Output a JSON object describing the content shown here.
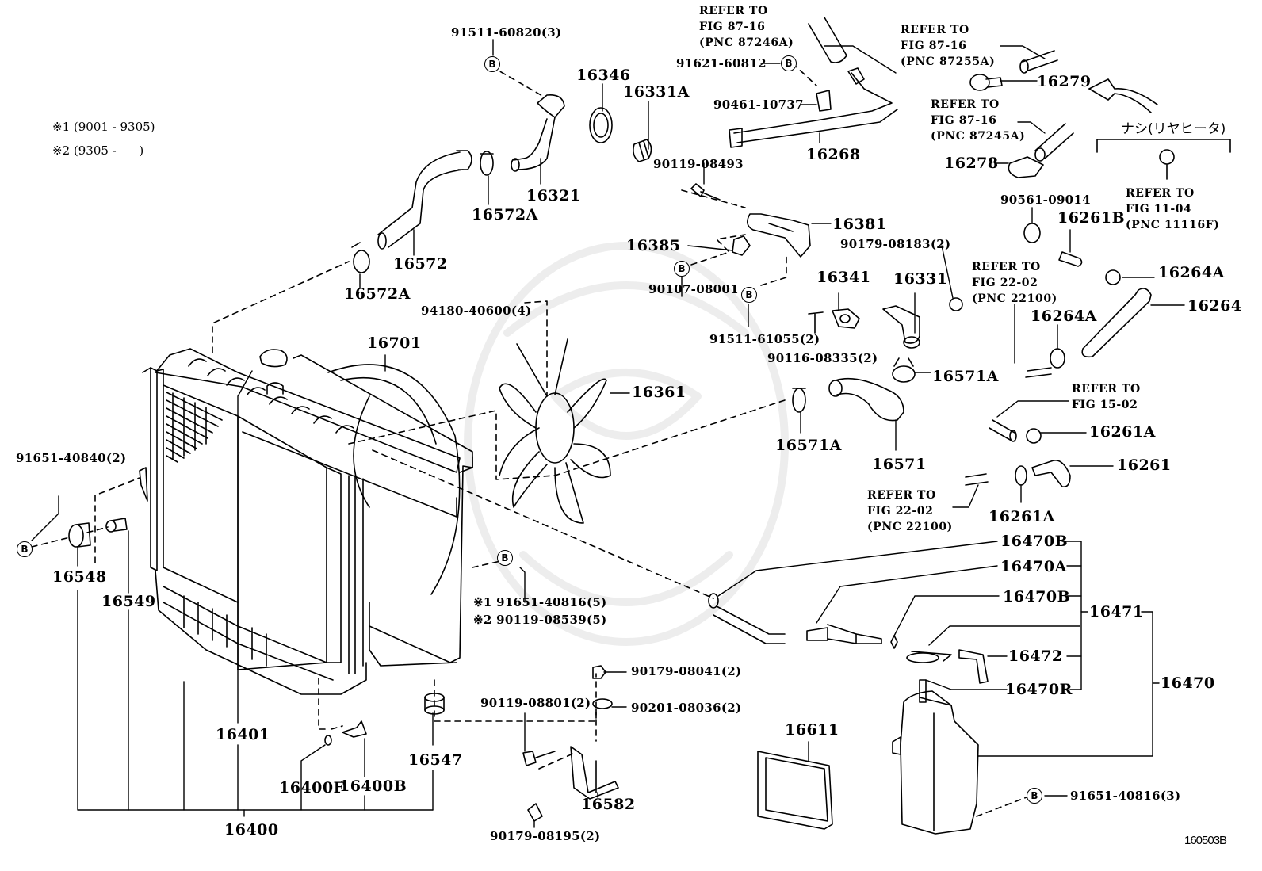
{
  "diagram": {
    "type": "exploded parts diagram",
    "subject": "Radiator & water outlet / reserve tank",
    "figure_id": "160503B",
    "watermark": "faint emblem watermark behind fan area",
    "notes": [
      {
        "mark": "※1",
        "text": "※1 (9001 - 9305)"
      },
      {
        "mark": "※2",
        "text": "※2 (9305 -      )"
      }
    ],
    "bolt_marker": "B",
    "japanese_note": "ナシ(リヤヒータ)",
    "refer_notes": {
      "r87246a": "REFER TO\nFIG 87-16\n(PNC 87246A)",
      "r87255a": "REFER TO\nFIG 87-16\n(PNC 87255A)",
      "r87245a": "REFER TO\nFIG 87-16\n(PNC 87245A)",
      "r11116f": "REFER TO\nFIG 11-04\n(PNC 11116F)",
      "r22100a": "REFER TO\nFIG 22-02\n(PNC 22100)",
      "r1502": "REFER TO\nFIG 15-02",
      "r22100b": "REFER TO\nFIG 22-02\n(PNC 22100)"
    },
    "parts": {
      "p91511_60820": "91511-60820(3)",
      "p16346": "16346",
      "p16331A": "16331A",
      "p91621_60812": "91621-60812",
      "p90461_10737": "90461-10737",
      "p16268": "16268",
      "p16279": "16279",
      "p16278": "16278",
      "p90119_08493": "90119-08493",
      "p16321": "16321",
      "p16572A_top": "16572A",
      "p16572": "16572",
      "p16572A_low": "16572A",
      "p16381": "16381",
      "p16385": "16385",
      "p90179_08183": "90179-08183(2)",
      "p90561_09014": "90561-09014",
      "p16261B": "16261B",
      "p16264A_top": "16264A",
      "p16264": "16264",
      "p16264A_mid": "16264A",
      "p90107_08001": "90107-08001",
      "p94180_40600": "94180-40600(4)",
      "p91511_61055": "91511-61055(2)",
      "p16341": "16341",
      "p16331": "16331",
      "p90116_08335": "90116-08335(2)",
      "p16571A_right": "16571A",
      "p16571A_left": "16571A",
      "p16571": "16571",
      "p16701": "16701",
      "p16361": "16361",
      "p16261A_top": "16261A",
      "p16261": "16261",
      "p16261A_low": "16261A",
      "p91651_40840": "91651-40840(2)",
      "p16548": "16548",
      "p16549": "16549",
      "p91651_40816_5": "※1 91651-40816(5)",
      "p90119_08539_5": "※2 90119-08539(5)",
      "p16470B_a": "16470B",
      "p16470A": "16470A",
      "p16470B_b": "16470B",
      "p16471": "16471",
      "p16472": "16472",
      "p16470R": "16470R",
      "p16470": "16470",
      "p90179_08041": "90179-08041(2)",
      "p90201_08036": "90201-08036(2)",
      "p90119_08801": "90119-08801(2)",
      "p16611": "16611",
      "p16401": "16401",
      "p16547": "16547",
      "p16400F": "16400F",
      "p16400B": "16400B",
      "p16582": "16582",
      "p16400": "16400",
      "p90179_08195": "90179-08195(2)",
      "p91651_40816_3": "91651-40816(3)"
    }
  }
}
